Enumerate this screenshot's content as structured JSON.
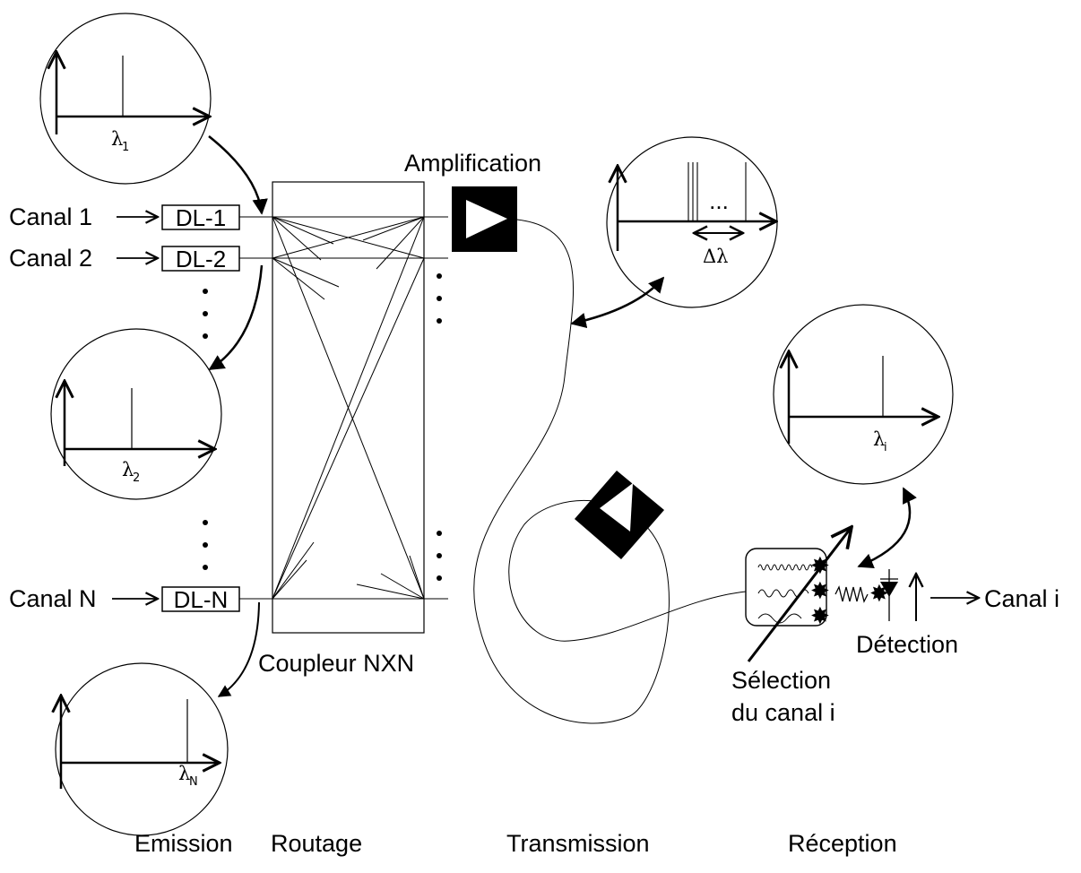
{
  "emitters": [
    {
      "input": "Canal 1",
      "box": "DL-1"
    },
    {
      "input": "Canal 2",
      "box": "DL-2"
    },
    {
      "input": "Canal N",
      "box": "DL-N"
    }
  ],
  "spectra": {
    "s1": {
      "sym": "λ",
      "sub": "1"
    },
    "s2": {
      "sym": "λ",
      "sub": "2"
    },
    "sN": {
      "sym": "λ",
      "sub": "N"
    },
    "comb": {
      "dots": "...",
      "delta": "Δλ"
    },
    "si": {
      "sym": "λ",
      "sub": "i"
    }
  },
  "labels": {
    "coupler": "Coupleur NXN",
    "amplification": "Amplification",
    "selection_line1": "Sélection",
    "selection_line2": "du canal i",
    "detection": "Détection",
    "output": "Canal i"
  },
  "stages": [
    "Emission",
    "Routage",
    "Transmission",
    "Réception"
  ]
}
